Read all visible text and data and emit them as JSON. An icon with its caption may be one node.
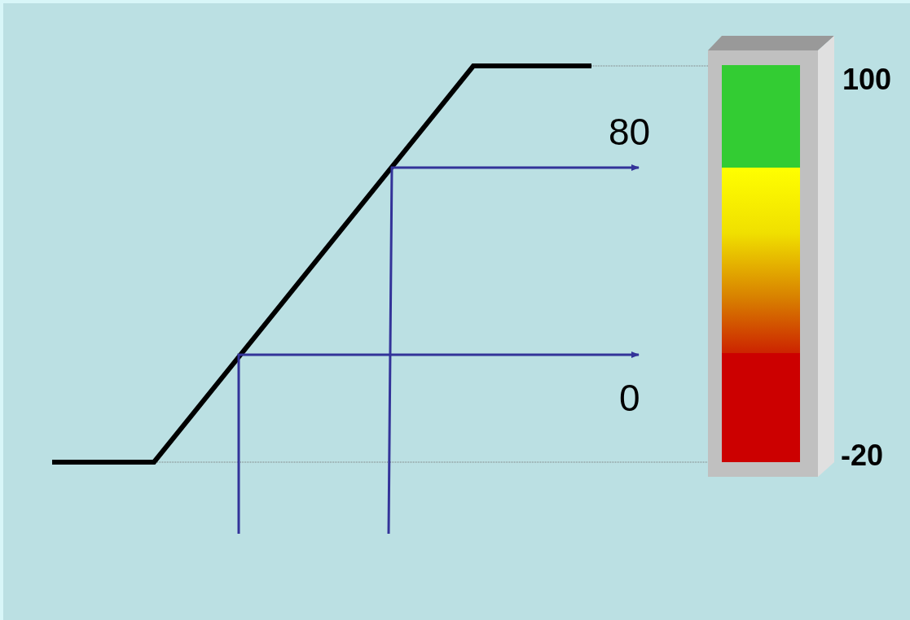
{
  "diagram": {
    "labels": [
      "100",
      "80",
      "0",
      "-20"
    ]
  }
}
